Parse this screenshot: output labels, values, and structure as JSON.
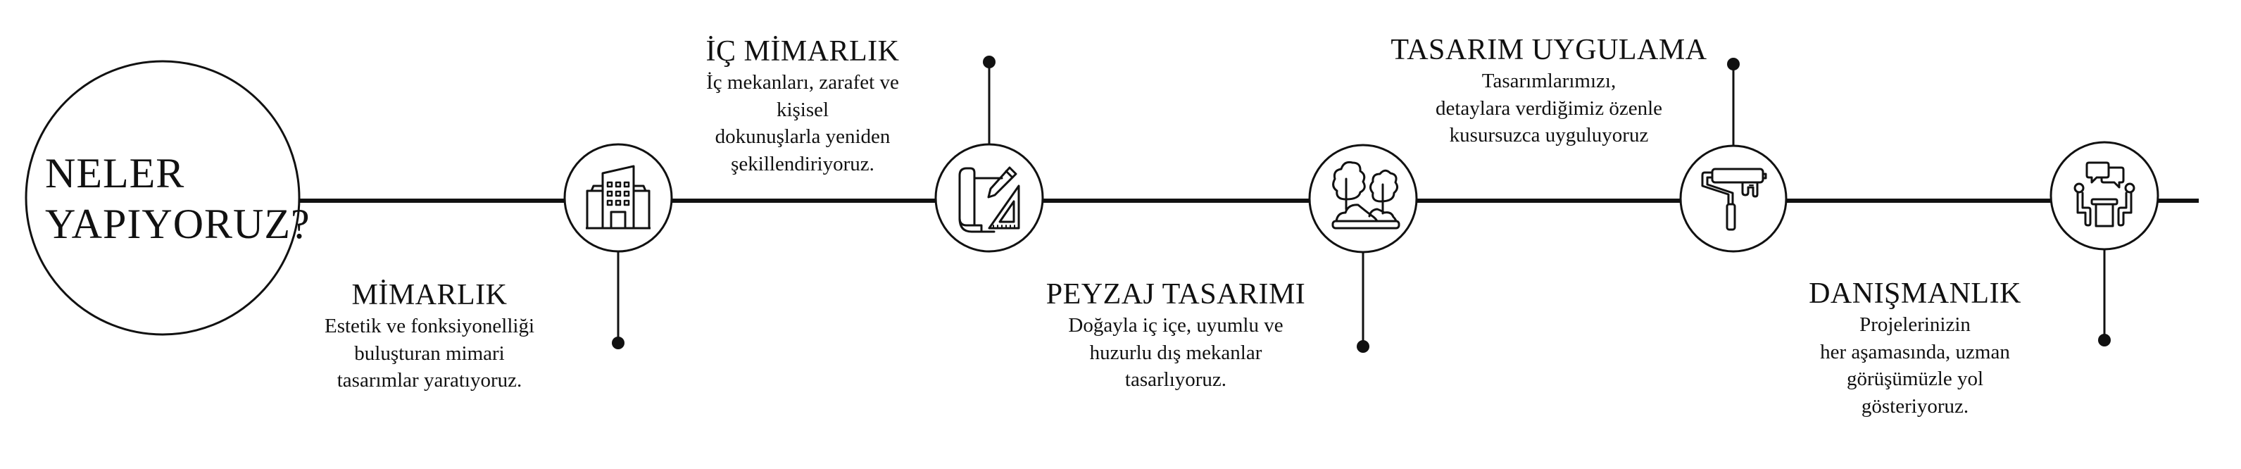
{
  "hero": {
    "line1": "NELER",
    "line2": "YAPIYORUZ?"
  },
  "colors": {
    "ink": "#111111",
    "background": "#ffffff"
  },
  "services": [
    {
      "id": "mimarlik",
      "icon": "building-icon",
      "title": "MİMARLIK",
      "position": "below",
      "body": [
        "Estetik ve fonksiyonelliği",
        "buluşturan mimari",
        "tasarımlar yaratıyoruz."
      ]
    },
    {
      "id": "ic-mimarlik",
      "icon": "blueprint-pencil-ruler-icon",
      "title": "İÇ MİMARLIK",
      "position": "above",
      "body": [
        "İç mekanları, zarafet ve",
        "kişisel",
        "dokunuşlarla yeniden",
        "şekillendiriyoruz."
      ]
    },
    {
      "id": "peyzaj",
      "icon": "trees-landscape-icon",
      "title": "PEYZAJ TASARIMI",
      "position": "below",
      "body": [
        "Doğayla iç içe, uyumlu ve",
        "huzurlu dış mekanlar",
        "tasarlıyoruz."
      ]
    },
    {
      "id": "uygulama",
      "icon": "paint-roller-icon",
      "title": "TASARIM UYGULAMA",
      "position": "above",
      "body": [
        "Tasarımlarımızı,",
        "detaylara verdiğimiz özenle",
        "kusursuzca uyguluyoruz"
      ]
    },
    {
      "id": "danismanlik",
      "icon": "meeting-consultation-icon",
      "title": "DANIŞMANLIK",
      "position": "below",
      "body": [
        "Projelerinizin",
        "her aşamasında, uzman",
        "görüşümüzle yol",
        "gösteriyoruz."
      ]
    }
  ]
}
